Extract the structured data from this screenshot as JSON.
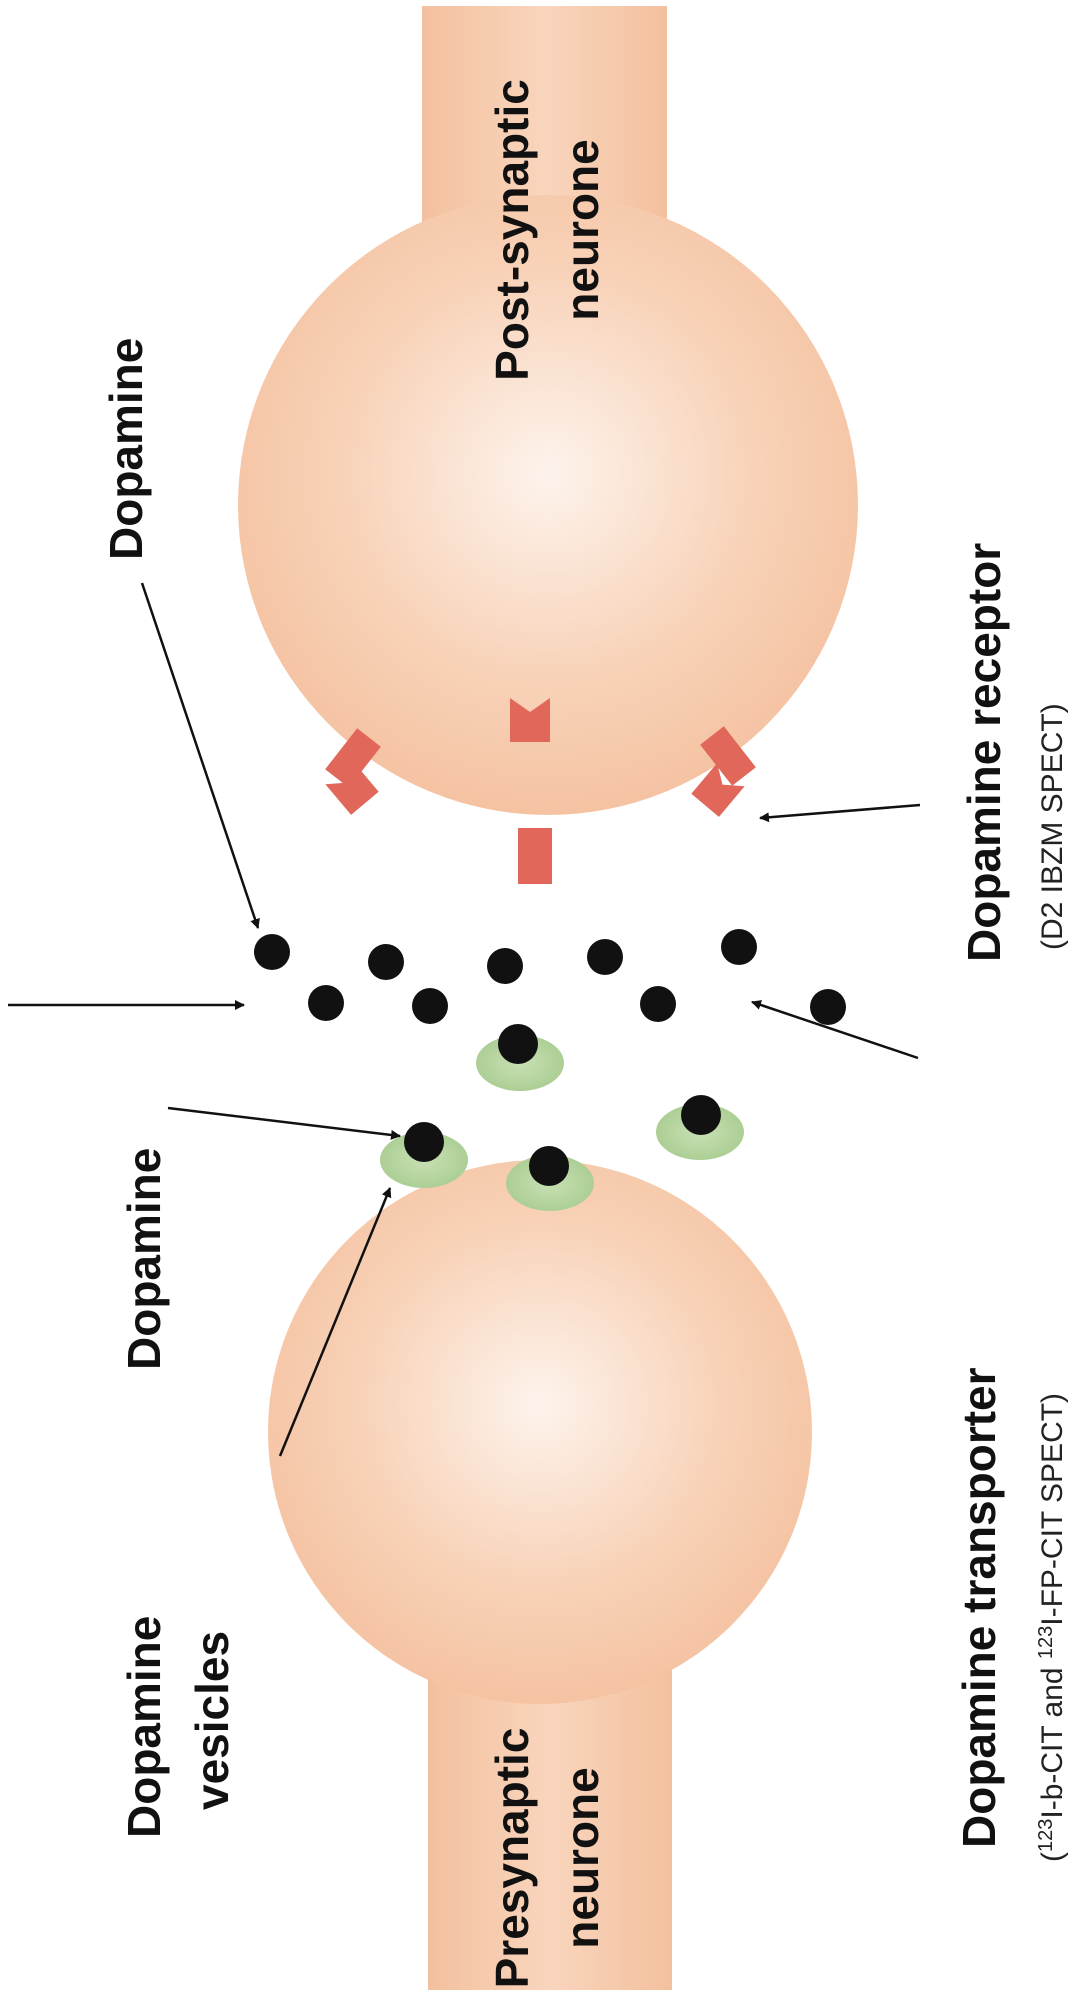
{
  "labels": {
    "dopamine_top": "Dopamine",
    "post_synaptic": {
      "line1": "Post-synaptic",
      "line2": "neurone"
    },
    "dopamine_receptor": "Dopamine receptor",
    "d2_ibzm": "(D2 IBZM SPECT)",
    "dopamine_inner": "Dopamine",
    "dopamine_vesicles": {
      "line1": "Dopamine",
      "line2": "vesicles"
    },
    "dopamine_transporter": "Dopamine transporter",
    "transporter_spect": {
      "open": "(",
      "sup1": "123",
      "part1": "I-b-CIT and ",
      "sup2": "123",
      "part2": "I-FP-CIT SPECT)"
    },
    "presynaptic": {
      "line1": "Presynaptic",
      "line2": "neurone"
    }
  },
  "colors": {
    "neurone": "#f6c6a6",
    "neurone_light": "#fdf1e8",
    "receptor": "#e0675a",
    "vesicle": "#b9d6a2",
    "dopamine": "#111111",
    "arrow": "#111111"
  }
}
